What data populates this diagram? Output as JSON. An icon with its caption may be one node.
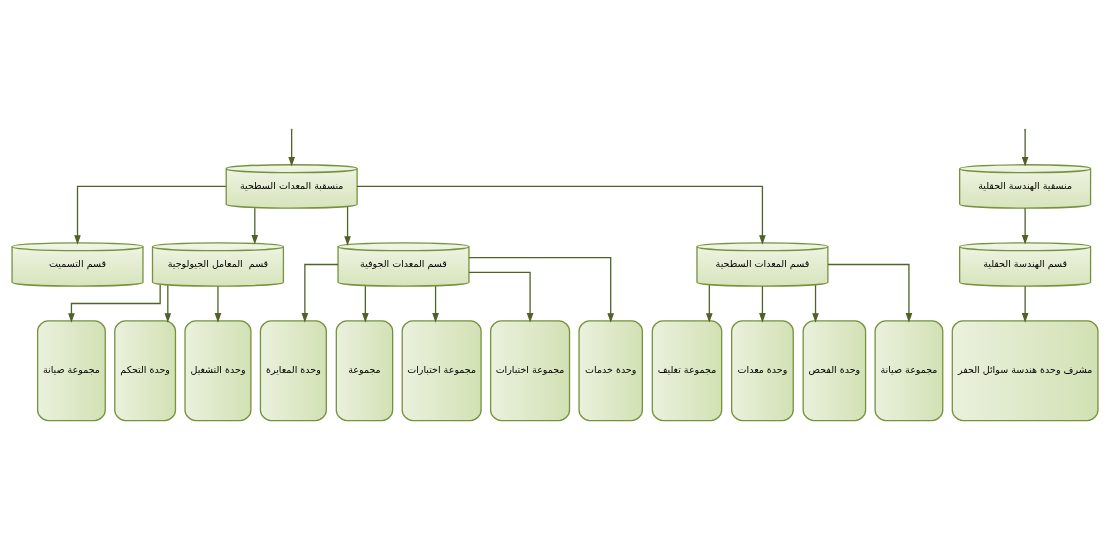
{
  "diagram": {
    "nodes": [
      {
        "text": [
          "منسقية الهندسة الحقلية"
        ]
      },
      {
        "text": [
          "منسقبة المعدات السطحية"
        ]
      },
      {
        "text": [
          "قسم الهندسة الحقلية"
        ]
      },
      {
        "text": [
          "قسم المعدات السطحية"
        ]
      },
      {
        "text": [
          "قسم المعدات الجوفية"
        ]
      },
      {
        "text": [
          "قسم  المعامل الجيولوجية"
        ]
      },
      {
        "text": [
          "قسم التسميت"
        ]
      },
      {
        "text": [
          "مشرف وحدة هندسة سوائل الحفر"
        ]
      },
      {
        "text": [
          "مجموعة صيانة"
        ]
      },
      {
        "text": [
          "وحدة الفحص"
        ]
      },
      {
        "text": [
          "وحدة معدات"
        ]
      },
      {
        "text": [
          "مجموعة تغليف"
        ]
      },
      {
        "text": [
          "وحدة خدمات"
        ]
      },
      {
        "text": [
          "مجموعة اختبارات"
        ]
      },
      {
        "text": [
          "مجموعة اختبارات"
        ]
      },
      {
        "text": [
          "مجموعة"
        ]
      },
      {
        "text": [
          "وحدة المعايرة"
        ]
      },
      {
        "text": [
          "وحدة التشغيل"
        ]
      },
      {
        "text": [
          "وحدة التحكم"
        ]
      },
      {
        "text": [
          "مجموعة صيانة"
        ]
      }
    ],
    "edges": [
      {
        "from": null,
        "to": 0,
        "arrow": "to"
      },
      {
        "from": null,
        "to": 1,
        "arrow": "to"
      },
      {
        "from": 0,
        "to": 2,
        "arrow": "to"
      },
      {
        "from": 1,
        "to": 3,
        "arrow": "to"
      },
      {
        "from": 1,
        "to": 4,
        "arrow": "to"
      },
      {
        "from": 1,
        "to": 5,
        "arrow": "to"
      },
      {
        "from": 1,
        "to": 6,
        "arrow": "to"
      },
      {
        "from": 2,
        "to": 7,
        "arrow": "to"
      },
      {
        "from": 3,
        "to": 8,
        "arrow": "to"
      },
      {
        "from": 3,
        "to": 9,
        "arrow": "to"
      },
      {
        "from": 3,
        "to": 10,
        "arrow": "to"
      },
      {
        "from": 3,
        "to": 11,
        "arrow": "to"
      },
      {
        "from": 4,
        "to": 12,
        "arrow": "to"
      },
      {
        "from": 4,
        "to": 13,
        "arrow": "to"
      },
      {
        "from": 4,
        "to": 14,
        "arrow": "to"
      },
      {
        "from": 4,
        "to": 15,
        "arrow": "to"
      },
      {
        "from": 4,
        "to": 16,
        "arrow": "to"
      },
      {
        "from": 5,
        "to": 17,
        "arrow": "to"
      },
      {
        "from": 5,
        "to": 18,
        "arrow": "to"
      },
      {
        "from": 5,
        "to": 19,
        "arrow": "to"
      }
    ]
  }
}
